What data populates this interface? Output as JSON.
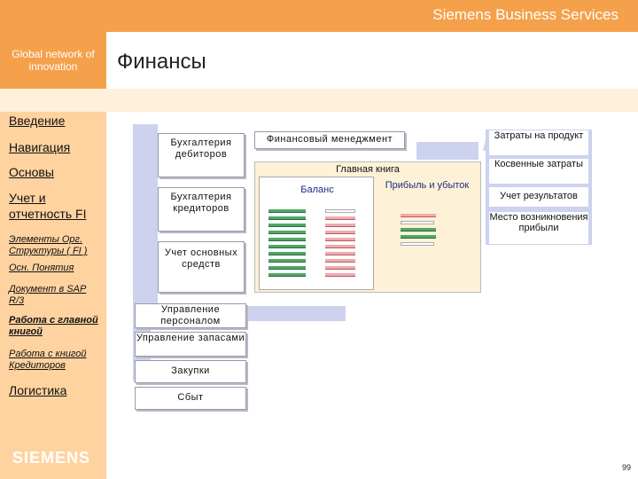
{
  "header": {
    "brand": "Siemens Business Services"
  },
  "sidebar": {
    "tagline": "Global network of innovation",
    "logo": "SIEMENS",
    "items": [
      {
        "label": "Введение"
      },
      {
        "label": "Навигация"
      },
      {
        "label": "Основы"
      },
      {
        "label": "Учет и отчетность FI"
      },
      {
        "label": "Элементы Орг. Структуры ( FI )"
      },
      {
        "label": "Осн. Понятия"
      },
      {
        "label": "Документ в SAP R/3"
      },
      {
        "label": "Работа с главной книгой"
      },
      {
        "label": "Работа с книгой Кредиторов"
      },
      {
        "label": "Логистика"
      }
    ]
  },
  "page": {
    "title": "Финансы",
    "number": "99"
  },
  "diagram": {
    "left_boxes": [
      "Бухгалтерия дебиторов",
      "Бухгалтерия кредиторов",
      "Учет основных средств"
    ],
    "bottom_boxes": [
      "Управление персоналом",
      "Управление запасами",
      "Закупки",
      "Сбыт"
    ],
    "fin_management": "Финансовый менеджмент",
    "general_ledger": "Главная книга",
    "balance": "Баланс",
    "profit_loss": "Прибыль и убыток",
    "right_boxes": [
      "Затраты на продукт",
      "Косвенные затраты",
      "Учет результатов",
      "Место возникновения прибыли"
    ]
  }
}
